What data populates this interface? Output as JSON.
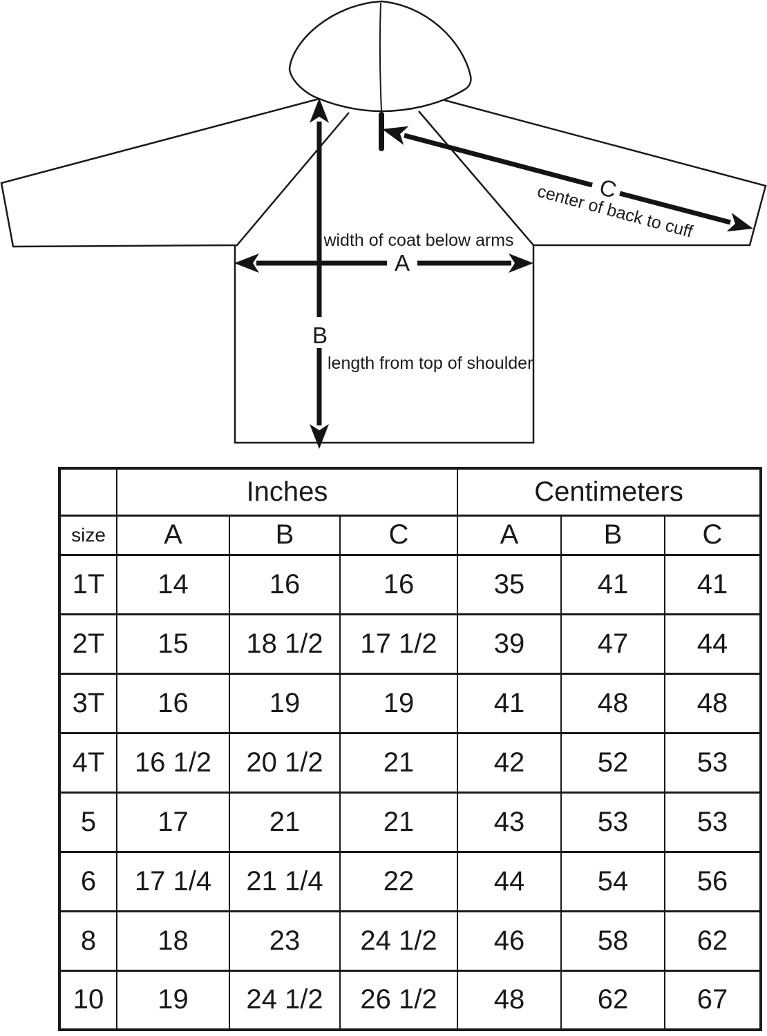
{
  "diagram": {
    "label_a": "A",
    "label_b": "B",
    "label_c": "C",
    "caption_a": "width of coat below arms",
    "caption_b": "length from top of shoulder",
    "caption_c": "center of back to cuff"
  },
  "table": {
    "size_header": "size",
    "unit_groups": [
      {
        "label": "Inches",
        "columns": [
          "A",
          "B",
          "C"
        ]
      },
      {
        "label": "Centimeters",
        "columns": [
          "A",
          "B",
          "C"
        ]
      }
    ],
    "rows": [
      {
        "size": "1T",
        "inches": [
          "14",
          "16",
          "16"
        ],
        "centimeters": [
          "35",
          "41",
          "41"
        ]
      },
      {
        "size": "2T",
        "inches": [
          "15",
          "18 1/2",
          "17 1/2"
        ],
        "centimeters": [
          "39",
          "47",
          "44"
        ]
      },
      {
        "size": "3T",
        "inches": [
          "16",
          "19",
          "19"
        ],
        "centimeters": [
          "41",
          "48",
          "48"
        ]
      },
      {
        "size": "4T",
        "inches": [
          "16 1/2",
          "20 1/2",
          "21"
        ],
        "centimeters": [
          "42",
          "52",
          "53"
        ]
      },
      {
        "size": "5",
        "inches": [
          "17",
          "21",
          "21"
        ],
        "centimeters": [
          "43",
          "53",
          "53"
        ]
      },
      {
        "size": "6",
        "inches": [
          "17 1/4",
          "21 1/4",
          "22"
        ],
        "centimeters": [
          "44",
          "54",
          "56"
        ]
      },
      {
        "size": "8",
        "inches": [
          "18",
          "23",
          "24 1/2"
        ],
        "centimeters": [
          "46",
          "58",
          "62"
        ]
      },
      {
        "size": "10",
        "inches": [
          "19",
          "24 1/2",
          "26 1/2"
        ],
        "centimeters": [
          "48",
          "62",
          "67"
        ]
      }
    ]
  },
  "colors": {
    "ink": "#191919",
    "background": "#ffffff"
  }
}
